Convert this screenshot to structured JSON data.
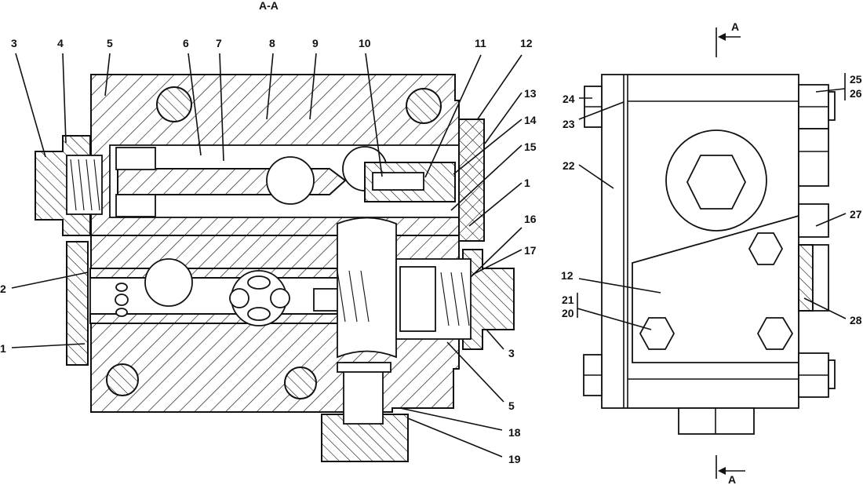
{
  "drawing": {
    "section_title": "A-A",
    "section_arrow_top_label": "A",
    "section_arrow_bottom_label": "A"
  },
  "section_view_callouts": [
    {
      "id": "c3a",
      "text": "3"
    },
    {
      "id": "c4",
      "text": "4"
    },
    {
      "id": "c5a",
      "text": "5"
    },
    {
      "id": "c6",
      "text": "6"
    },
    {
      "id": "c7",
      "text": "7"
    },
    {
      "id": "c8",
      "text": "8"
    },
    {
      "id": "c9",
      "text": "9"
    },
    {
      "id": "c10",
      "text": "10"
    },
    {
      "id": "c11",
      "text": "11"
    },
    {
      "id": "c12a",
      "text": "12"
    },
    {
      "id": "c13",
      "text": "13"
    },
    {
      "id": "c14",
      "text": "14"
    },
    {
      "id": "c15",
      "text": "15"
    },
    {
      "id": "c1a",
      "text": "1"
    },
    {
      "id": "c16",
      "text": "16"
    },
    {
      "id": "c17",
      "text": "17"
    },
    {
      "id": "c2",
      "text": "2"
    },
    {
      "id": "c1b",
      "text": "1"
    },
    {
      "id": "c3b",
      "text": "3"
    },
    {
      "id": "c5b",
      "text": "5"
    },
    {
      "id": "c18",
      "text": "18"
    },
    {
      "id": "c19",
      "text": "19"
    }
  ],
  "side_view_callouts": [
    {
      "id": "c24",
      "text": "24"
    },
    {
      "id": "c23",
      "text": "23"
    },
    {
      "id": "c25",
      "text": "25"
    },
    {
      "id": "c26",
      "text": "26"
    },
    {
      "id": "c22",
      "text": "22"
    },
    {
      "id": "c27",
      "text": "27"
    },
    {
      "id": "c12b",
      "text": "12"
    },
    {
      "id": "c21",
      "text": "21"
    },
    {
      "id": "c20",
      "text": "20"
    },
    {
      "id": "c28",
      "text": "28"
    }
  ]
}
